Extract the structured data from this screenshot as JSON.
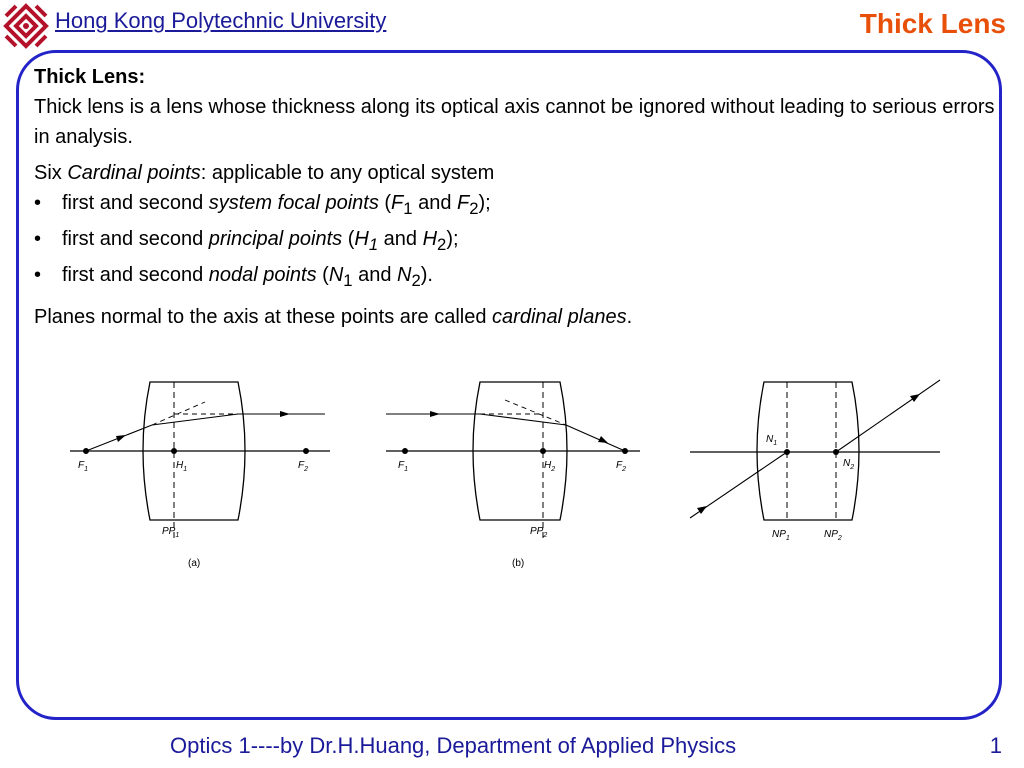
{
  "header": {
    "university": "Hong Kong Polytechnic University",
    "slide_title": "Thick Lens"
  },
  "body": {
    "heading": "Thick Lens:",
    "definition": "Thick lens is a lens whose thickness along its optical axis cannot be ignored without leading to serious errors in analysis.",
    "six_prefix": "Six ",
    "six_italic": "Cardinal points",
    "six_suffix": ":  applicable to any optical system",
    "bullets": [
      {
        "pre": "first and second ",
        "it": "system focal points",
        "mid": " (",
        "s1": "F",
        "n1": "1",
        "and": " and ",
        "s2": "F",
        "n2": "2",
        "end": ");"
      },
      {
        "pre": "first and second ",
        "it": "principal points",
        "mid": " (",
        "s1": "H",
        "n1": "1",
        "and": " and ",
        "s2": "H",
        "n2": "2",
        "end": ");"
      },
      {
        "pre": "first and second ",
        "it": "nodal points",
        "mid": " (",
        "s1": "N",
        "n1": "1",
        "and": " and ",
        "s2": "N",
        "n2": "2",
        "end": ")."
      }
    ],
    "planes_prefix": "Planes normal to the axis at these points are called ",
    "planes_italic": "cardinal planes",
    "planes_suffix": "."
  },
  "figures": {
    "a": {
      "f1": "F",
      "f1s": "1",
      "h": "H",
      "hs": "1",
      "f2": "F",
      "f2s": "2",
      "pp": "PP",
      "pps": "1",
      "caption": "(a)"
    },
    "b": {
      "f1": "F",
      "f1s": "1",
      "h": "H",
      "hs": "2",
      "f2": "F",
      "f2s": "2",
      "pp": "PP",
      "pps": "2",
      "caption": "(b)"
    },
    "c": {
      "n1": "N",
      "n1s": "1",
      "n2": "N",
      "n2s": "2",
      "np1": "NP",
      "np1s": "1",
      "np2": "NP",
      "np2s": "2"
    }
  },
  "footer": {
    "credit": "Optics 1----by Dr.H.Huang, Department of Applied Physics",
    "page": "1"
  },
  "colors": {
    "accent_blue": "#2323c8",
    "title_orange": "#e8500a",
    "text_blue": "#1b1b9a"
  }
}
